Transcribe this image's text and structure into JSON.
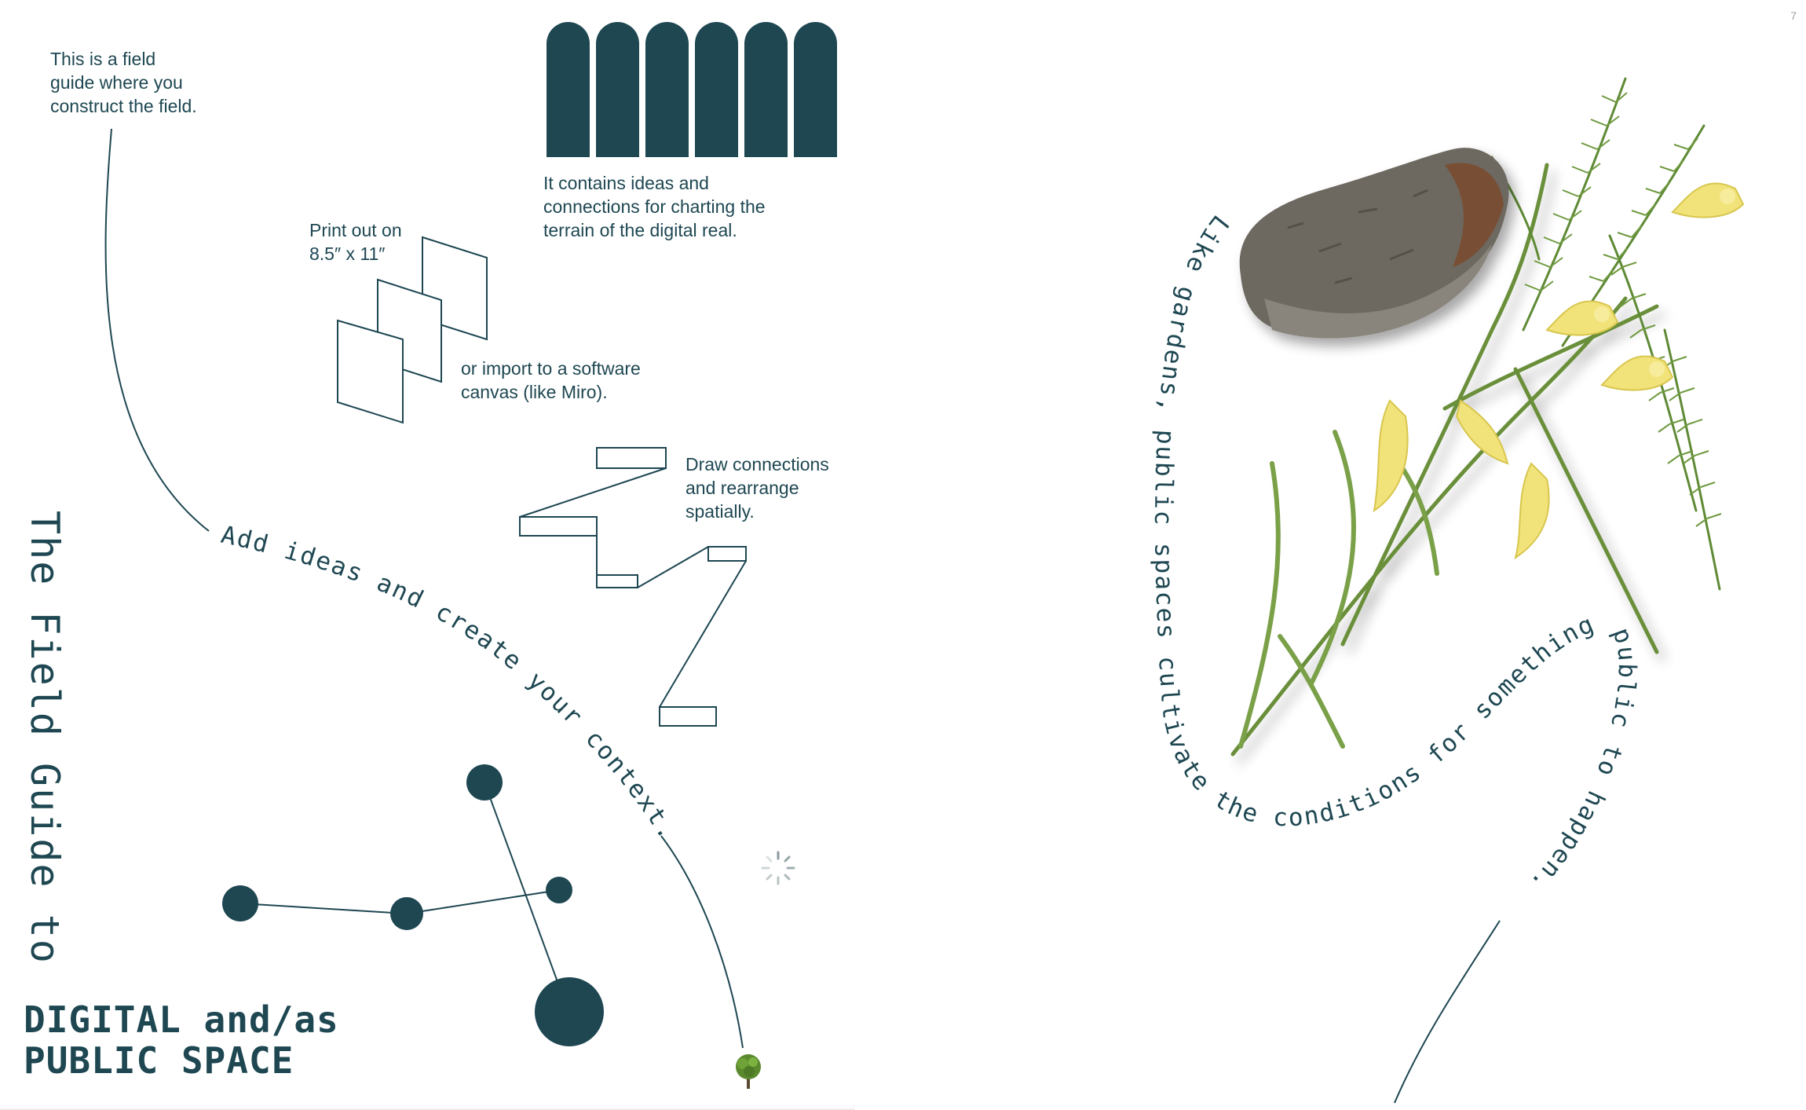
{
  "page": {
    "number": "7"
  },
  "notes": {
    "intro": "This is a field\nguide where you\nconstruct the field.",
    "contains": "It contains ideas and\nconnections for charting the\nterrain of the digital real.",
    "print": "Print out on\n8.5″ x 11″",
    "import": "or import to a software\ncanvas (like Miro).",
    "draw": "Draw connections\nand rearrange\nspatially."
  },
  "curved_text": {
    "add_ideas": "Add ideas and create your context.",
    "gardens": "Like gardens, public spaces cultivate the conditions for something public to happen."
  },
  "title": {
    "vertical": "The Field Guide to",
    "line1": "DIGITAL and/as",
    "line2": "PUBLIC SPACE"
  },
  "colors": {
    "ink": "#1e4752",
    "background": "#ffffff"
  },
  "icons": {
    "spinner": "loading-spinner-icon",
    "tree": "tree-icon"
  }
}
